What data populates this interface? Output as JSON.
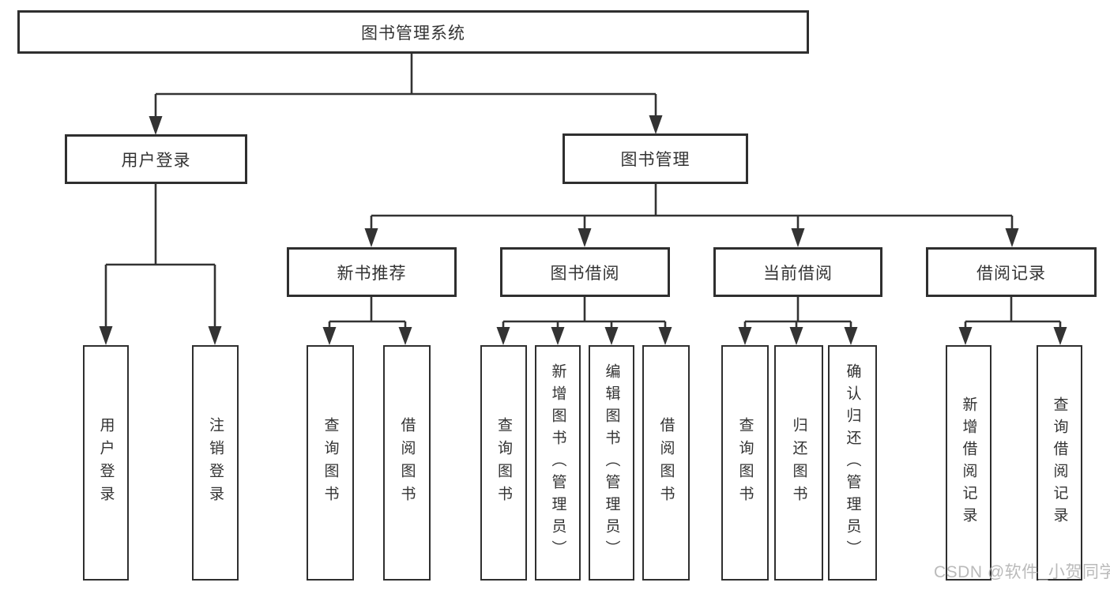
{
  "tree": {
    "label": "图书管理系统",
    "children": [
      {
        "label": "用户登录",
        "children": [
          {
            "label": "用户登录"
          },
          {
            "label": "注销登录"
          }
        ]
      },
      {
        "label": "图书管理",
        "children": [
          {
            "label": "新书推荐",
            "children": [
              {
                "label": "查询图书"
              },
              {
                "label": "借阅图书"
              }
            ]
          },
          {
            "label": "图书借阅",
            "children": [
              {
                "label": "查询图书"
              },
              {
                "label": "新增图书（管理员）"
              },
              {
                "label": "编辑图书（管理员）"
              },
              {
                "label": "借阅图书"
              }
            ]
          },
          {
            "label": "当前借阅",
            "children": [
              {
                "label": "查询图书"
              },
              {
                "label": "归还图书"
              },
              {
                "label": "确认归还（管理员）"
              }
            ]
          },
          {
            "label": "借阅记录",
            "children": [
              {
                "label": "新增借阅记录"
              },
              {
                "label": "查询借阅记录"
              }
            ]
          }
        ]
      }
    ]
  },
  "watermark": {
    "text": "CSDN @软件_小贺同学"
  },
  "colors": {
    "line": "#333333",
    "box_border": "#2f2f2f",
    "box_fill": "#ffffff",
    "text": "#333333",
    "watermark": "#b5b5b5"
  }
}
